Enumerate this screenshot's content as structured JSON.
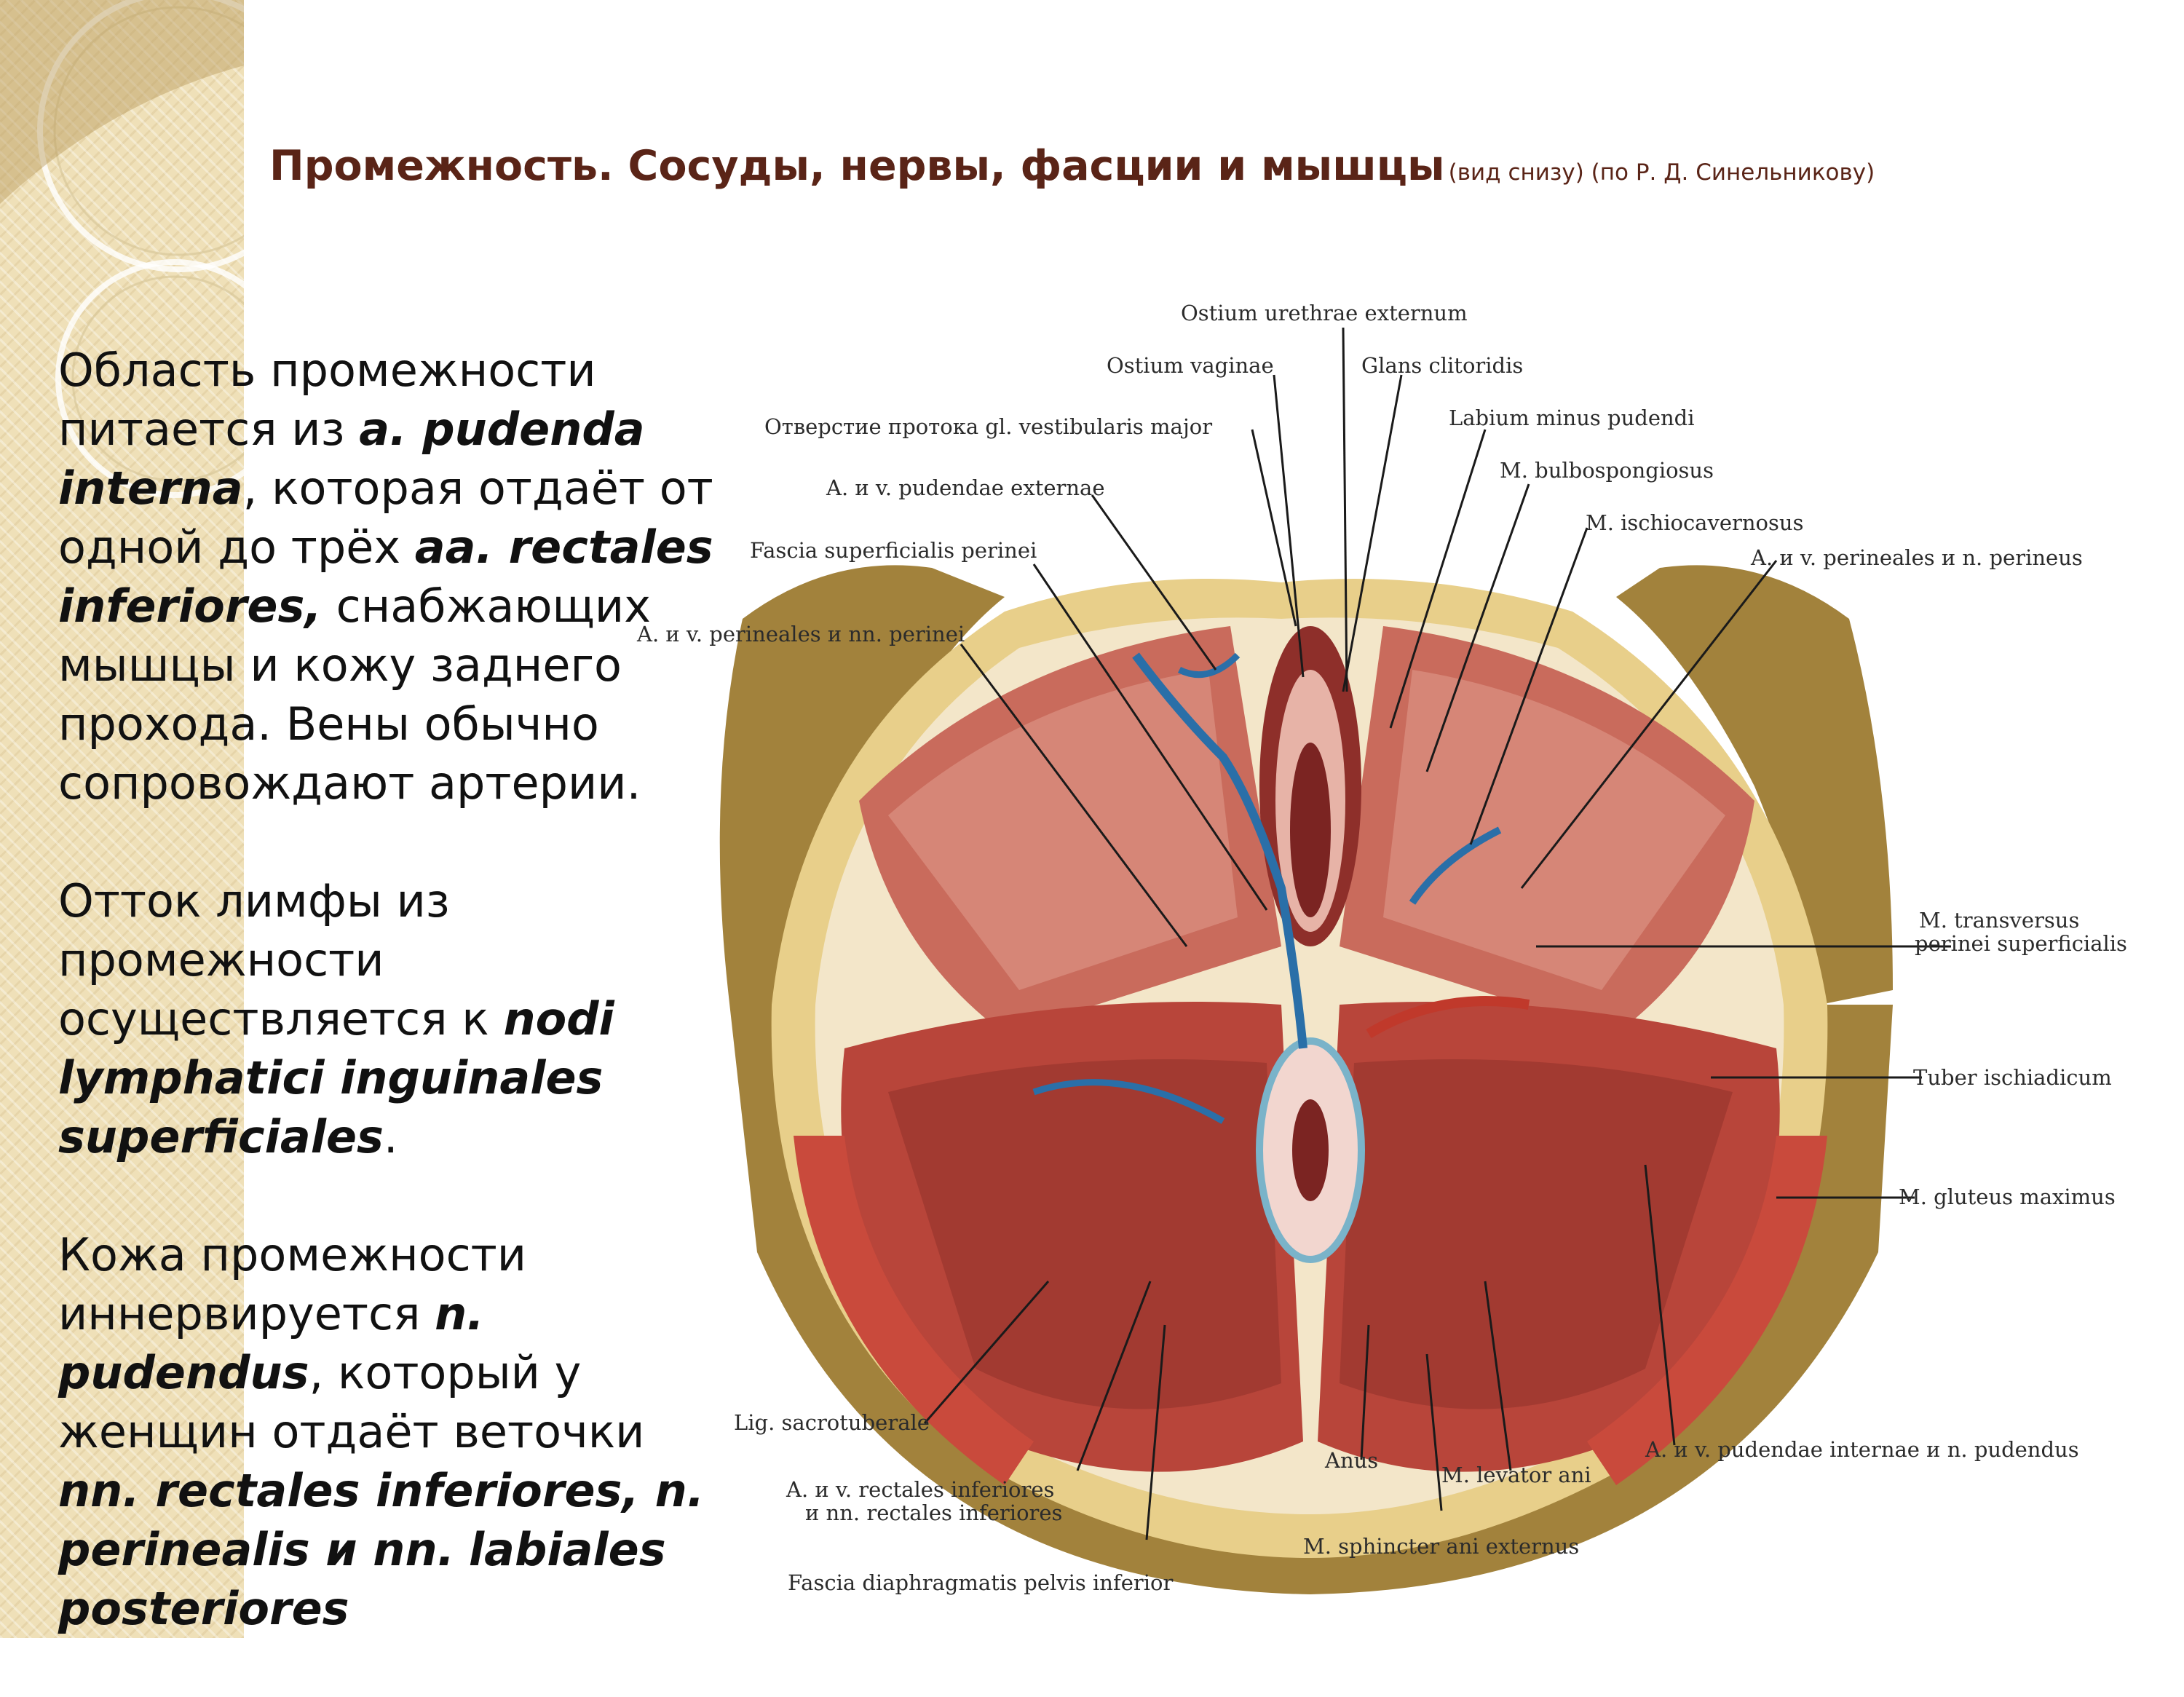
{
  "title": {
    "main": "Промежность. Сосуды, нервы, фасции и мышцы",
    "sub": "(вид снизу) (по Р. Д. Синельникову)"
  },
  "paragraphs": {
    "p1": {
      "t1": "Область промежности питается из ",
      "b1": "a. pudenda interna",
      "t2": ", которая отдаёт от одной до трёх ",
      "b2": "aa. rectales inferiores,",
      "t3": " снабжающих мышцы и кожу заднего прохода. Вены обычно сопровождают артерии."
    },
    "p2": {
      "t1": "Отток лимфы из промежности осуществляется к ",
      "b1": "nodi lymphatici inguinales superficiales",
      "t2": "."
    },
    "p3": {
      "t1": "Кожа промежности иннервируется ",
      "b1": "n. pudendus",
      "t2": ", который у женщин отдаёт веточки ",
      "b2": "nn. rectales inferiores, n. perinealis и nn.",
      "b3": "labiales posteriores"
    }
  },
  "labels": {
    "ostium_urethrae": "Ostium urethrae externum",
    "ostium_vaginae": "Ostium vaginae",
    "glans_clitoridis": "Glans clitoridis",
    "labium_minus": "Labium minus pudendi",
    "otverstie": "Отверстие протока gl. vestibularis major",
    "pudendae_externae": "A. и v. pudendae externae",
    "bulbospongiosus": "M. bulbospongiosus",
    "ischiocavernosus": "M. ischiocavernosus",
    "fascia_superficialis": "Fascia superficialis perinei",
    "perineales_right": "A. и v. perineales и n. perineus",
    "perineales_left": "A. и v. perineales и nn. perinei",
    "transversus_1": "M. transversus",
    "transversus_2": "perinei superficialis",
    "tuber": "Tuber ischiadicum",
    "gluteus": "M. gluteus maximus",
    "sacrotuberale": "Lig. sacrotuberale",
    "rectales_1": "A. и v. rectales inferiores",
    "rectales_2": "и nn. rectales inferiores",
    "anus": "Anus",
    "levator": "M. levator ani",
    "pudendae_internae": "A. и v. pudendae internae и n. pudendus",
    "sphincter": "M. sphincter ani externus",
    "fascia_diaphragmatis": "Fascia diaphragmatis pelvis inferior"
  },
  "colors": {
    "title": "#5a2417",
    "muscle": "#b8453a",
    "fat": "#e8cf8a",
    "skin": "#a2823c",
    "vein": "#2a6fa8"
  }
}
